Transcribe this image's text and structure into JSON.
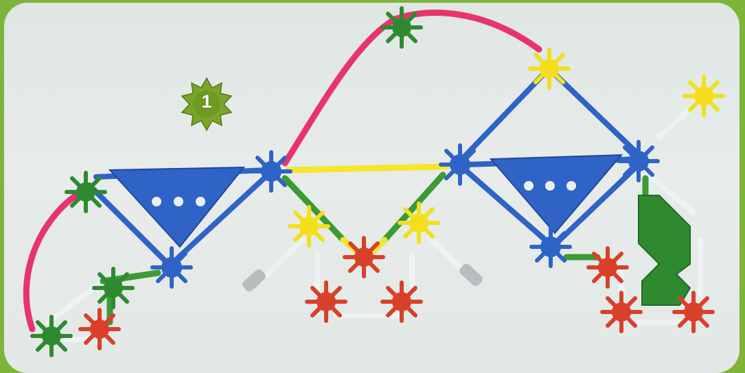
{
  "step": {
    "number": "1",
    "badge_icon": "star-burst-badge-icon",
    "badge_color": "#7aa52a"
  },
  "colors": {
    "frame_green": "#7fb43a",
    "background": "#e3e8e6",
    "rod_red": "#e8336f",
    "rod_yellow": "#f5e62a",
    "rod_green": "#3d9a34",
    "rod_white": "#eef2f2",
    "connector_blue": "#2f63c6",
    "connector_yellow": "#f3df1c",
    "connector_red": "#d8402a",
    "connector_green": "#2f8a2f",
    "connector_gray": "#b9bdbf"
  },
  "parts": {
    "blue_triangle_panels": 2,
    "green_panel": 1,
    "gray_end_caps": 2
  }
}
